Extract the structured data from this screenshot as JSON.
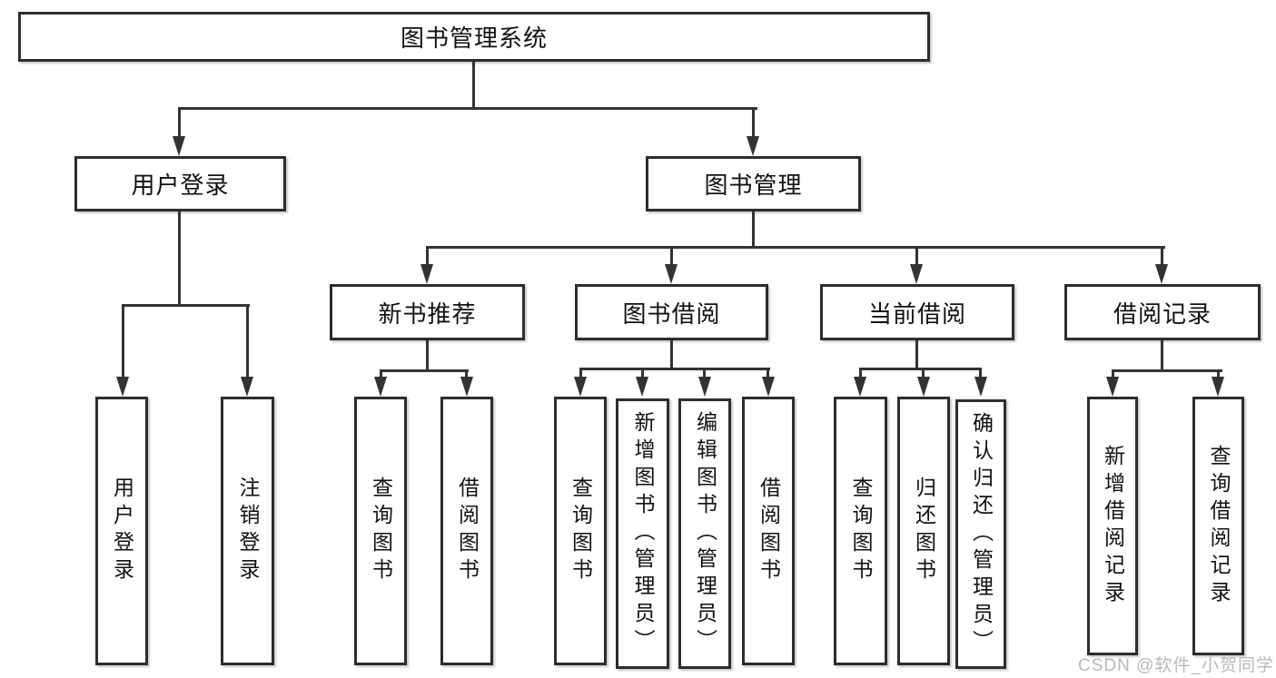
{
  "diagram": {
    "type": "tree",
    "title": "图书管理系统",
    "watermark": "CSDN @软件_小贺同学",
    "colors": {
      "line": "#333333",
      "box_border": "#2d2d2d",
      "box_fill": "#ffffff",
      "text": "#111111",
      "watermark": "#b9b9b9"
    },
    "nodes": [
      {
        "id": "root",
        "label": "图书管理系统",
        "parent": null
      },
      {
        "id": "user-login-module",
        "label": "用户登录",
        "parent": "root"
      },
      {
        "id": "book-management",
        "label": "图书管理",
        "parent": "root"
      },
      {
        "id": "new-book-recommend",
        "label": "新书推荐",
        "parent": "book-management"
      },
      {
        "id": "book-borrowing",
        "label": "图书借阅",
        "parent": "book-management"
      },
      {
        "id": "current-borrowing",
        "label": "当前借阅",
        "parent": "book-management"
      },
      {
        "id": "borrowing-records",
        "label": "借阅记录",
        "parent": "book-management"
      },
      {
        "id": "user-login",
        "label": "用户登录",
        "parent": "user-login-module"
      },
      {
        "id": "logout",
        "label": "注销登录",
        "parent": "user-login-module"
      },
      {
        "id": "query-books-recommend",
        "label": "查询图书",
        "parent": "new-book-recommend"
      },
      {
        "id": "borrow-books-recommend",
        "label": "借阅图书",
        "parent": "new-book-recommend"
      },
      {
        "id": "query-books-borrowing",
        "label": "查询图书",
        "parent": "book-borrowing"
      },
      {
        "id": "add-books-admin",
        "label": "新增图书（管理员）",
        "parent": "book-borrowing"
      },
      {
        "id": "edit-books-admin",
        "label": "编辑图书（管理员）",
        "parent": "book-borrowing"
      },
      {
        "id": "borrow-books",
        "label": "借阅图书",
        "parent": "book-borrowing"
      },
      {
        "id": "query-books-current",
        "label": "查询图书",
        "parent": "current-borrowing"
      },
      {
        "id": "return-books",
        "label": "归还图书",
        "parent": "current-borrowing"
      },
      {
        "id": "confirm-return-admin",
        "label": "确认归还（管理员）",
        "parent": "current-borrowing"
      },
      {
        "id": "add-borrow-record",
        "label": "新增借阅记录",
        "parent": "borrowing-records"
      },
      {
        "id": "query-borrow-record",
        "label": "查询借阅记录",
        "parent": "borrowing-records"
      }
    ]
  }
}
